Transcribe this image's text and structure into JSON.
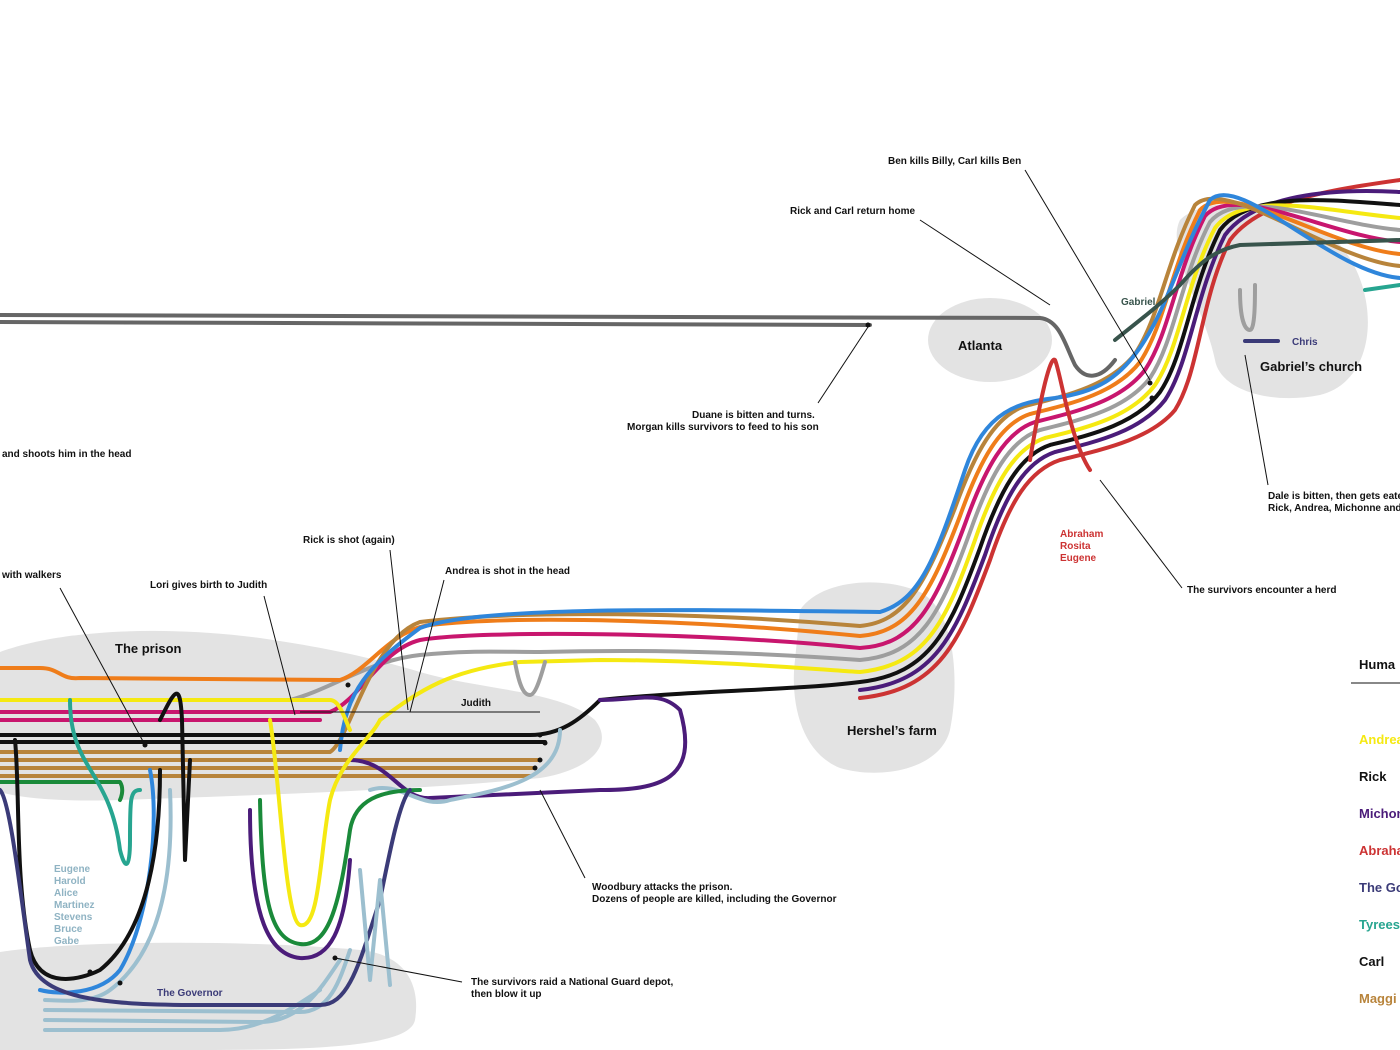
{
  "colors": {
    "rick": "#111111",
    "andrea": "#f5e912",
    "michonne": "#4b1c7a",
    "abraham": "#cc3333",
    "governor": "#3b3b78",
    "tyreese": "#27a590",
    "carl": "#111111",
    "maggie": "#b8843b",
    "blue": "#2f86db",
    "orange": "#ef7d1a",
    "magenta": "#c8166e",
    "green": "#1a8a3a",
    "grey": "#9e9e9e",
    "darkgrey": "#666666",
    "lightblue": "#9cbfcf",
    "darkgreen": "#38544c"
  },
  "events": {
    "ben_billy": "Ben kills Billy, Carl kills Ben",
    "rick_carl_home": "Rick and Carl return home",
    "gabriel": "Gabriel",
    "chris": "Chris",
    "duane_1": "Duane is bitten and turns.",
    "duane_2": "Morgan kills survivors to feed to his son",
    "shoots_head": "and shoots him in the head",
    "dale_1": "Dale is bitten, then gets eate",
    "dale_2": "Rick, Andrea, Michonne and",
    "abraham_group": [
      "Abraham",
      "Rosita",
      "Eugene"
    ],
    "rick_shot": "Rick is shot (again)",
    "andrea_shot": "Andrea is shot in the head",
    "with_walkers": "with walkers",
    "lori_judith": "Lori gives birth to Judith",
    "herd": "The survivors encounter a herd",
    "judith": "Judith",
    "woodbury_1": "Woodbury attacks the prison.",
    "woodbury_2": "Dozens of people are killed, including the Governor",
    "eugene_group": [
      "Eugene",
      "Harold",
      "Alice",
      "Martinez",
      "Stevens",
      "Bruce",
      "Gabe"
    ],
    "raid_1": "The survivors raid a National Guard depot,",
    "raid_2": "then blow it up",
    "governor": "The Governor"
  },
  "locations": {
    "atlanta": "Atlanta",
    "gabriels_church": "Gabriel’s church",
    "prison": "The prison",
    "hershels_farm": "Hershel’s farm"
  },
  "legend": {
    "title": "Huma",
    "items": [
      {
        "label": "Andrea",
        "color": "#f5e912"
      },
      {
        "label": "Rick",
        "color": "#111111"
      },
      {
        "label": "Michon",
        "color": "#4b1c7a"
      },
      {
        "label": "Abraha",
        "color": "#cc3333"
      },
      {
        "label": "The Go",
        "color": "#3b3b78"
      },
      {
        "label": "Tyrees",
        "color": "#27a590"
      },
      {
        "label": "Carl",
        "color": "#111111"
      },
      {
        "label": "Maggi",
        "color": "#b8843b"
      }
    ]
  }
}
